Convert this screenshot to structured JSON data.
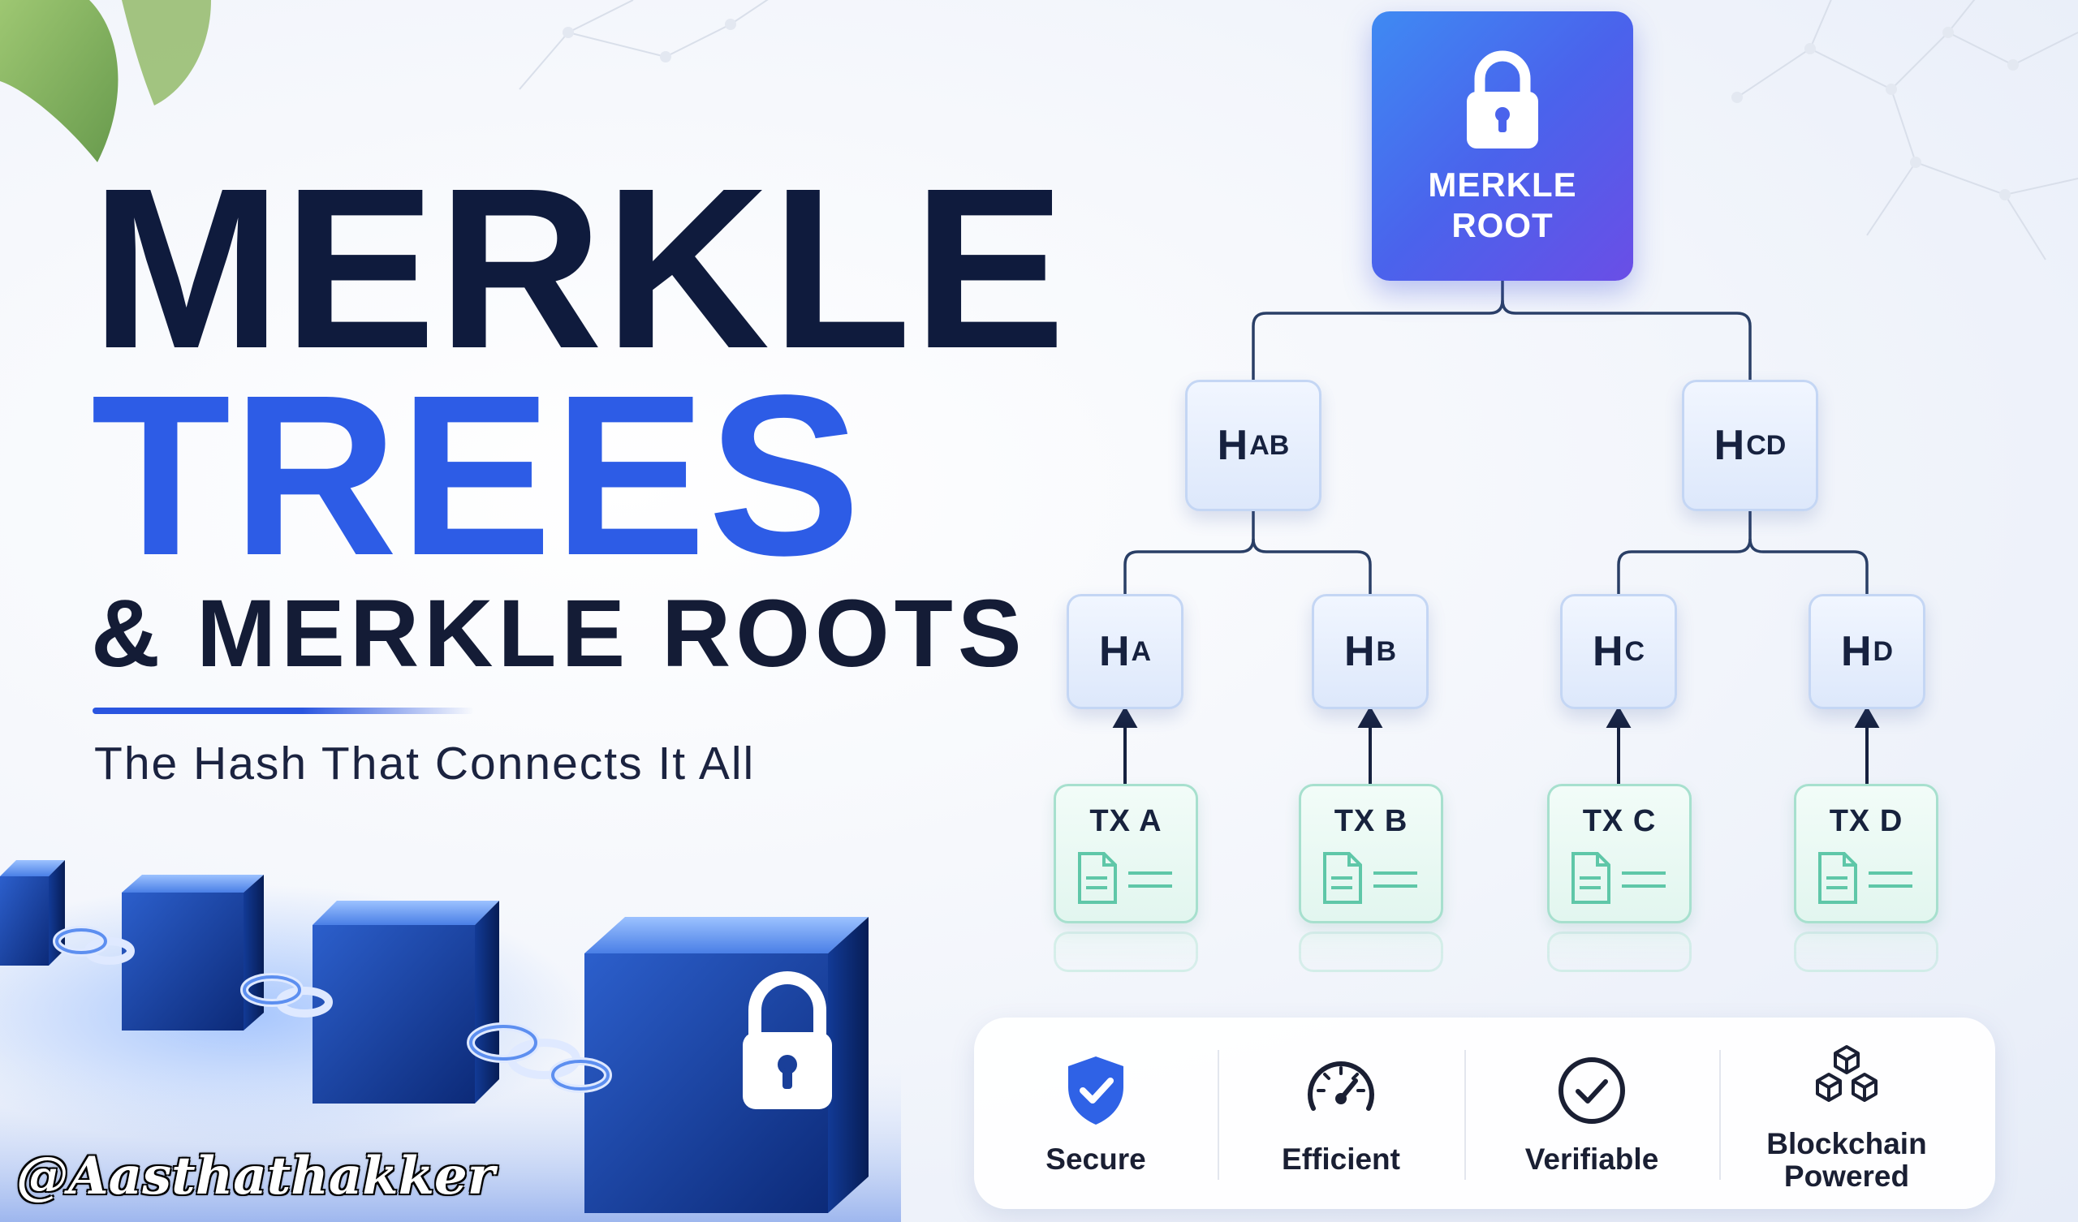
{
  "title": {
    "line1": "MERKLE",
    "line2": "TREES",
    "line3": "& MERKLE ROOTS"
  },
  "tagline": "The Hash That Connects It All",
  "handle": "@Aasthathakker",
  "tree": {
    "root": {
      "label_line1": "MERKLE",
      "label_line2": "ROOT",
      "icon": "lock-icon"
    },
    "level1": [
      {
        "base": "H",
        "sub": "AB"
      },
      {
        "base": "H",
        "sub": "CD"
      }
    ],
    "level2": [
      {
        "base": "H",
        "sub": "A"
      },
      {
        "base": "H",
        "sub": "B"
      },
      {
        "base": "H",
        "sub": "C"
      },
      {
        "base": "H",
        "sub": "D"
      }
    ],
    "transactions": [
      {
        "label": "TX A",
        "icon": "document-icon"
      },
      {
        "label": "TX B",
        "icon": "document-icon"
      },
      {
        "label": "TX C",
        "icon": "document-icon"
      },
      {
        "label": "TX D",
        "icon": "document-icon"
      }
    ]
  },
  "features": [
    {
      "label": "Secure",
      "icon": "shield-check-icon"
    },
    {
      "label": "Efficient",
      "icon": "speedometer-icon"
    },
    {
      "label": "Verifiable",
      "icon": "check-circle-icon"
    },
    {
      "label_line1": "Blockchain",
      "label_line2": "Powered",
      "icon": "blocks-icon"
    }
  ],
  "colors": {
    "navy": "#0f1b3d",
    "accent_blue": "#2d5ce6",
    "root_gradient_start": "#3f8af3",
    "root_gradient_end": "#6a4ee6",
    "hash_node_fill": "#e6effc",
    "tx_node_border": "#a7e0ce",
    "connector": "#2a3f66"
  }
}
